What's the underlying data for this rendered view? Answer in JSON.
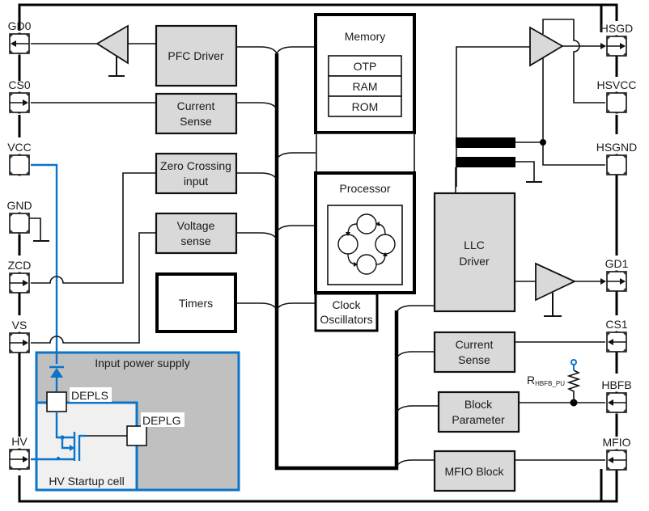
{
  "diagram": {
    "left_pins": [
      "GD0",
      "CS0",
      "VCC",
      "GND",
      "ZCD",
      "VS",
      "HV"
    ],
    "right_pins": [
      "HSGD",
      "HSVCC",
      "HSGND",
      "GD1",
      "CS1",
      "HBFB",
      "MFIO"
    ],
    "blocks": {
      "pfc_driver": "PFC Driver",
      "current_sense_left": [
        "Current",
        "Sense"
      ],
      "zero_crossing": [
        "Zero Crossing",
        "input"
      ],
      "voltage_sense": [
        "Voltage",
        "sense"
      ],
      "timers": "Timers",
      "memory": "Memory",
      "memory_items": [
        "OTP",
        "RAM",
        "ROM"
      ],
      "processor": "Processor",
      "clock": [
        "Clock",
        "Oscillators"
      ],
      "llc_driver": [
        "LLC",
        "Driver"
      ],
      "current_sense_right": [
        "Current",
        "Sense"
      ],
      "block_parameter": [
        "Block",
        "Parameter"
      ],
      "mfio_block": "MFIO Block",
      "input_power_supply": "Input power supply",
      "hv_startup": "HV Startup cell",
      "depls": "DEPLS",
      "deplg": "DEPLG",
      "resistor_main": "R",
      "resistor_sub": "HBFB_PU"
    },
    "colors": {
      "block_fill": "#d9d9d9",
      "supply_fill": "#c0c0c0",
      "startup_fill": "#f0f0f0",
      "highlight_blue": "#0b74c8"
    }
  }
}
